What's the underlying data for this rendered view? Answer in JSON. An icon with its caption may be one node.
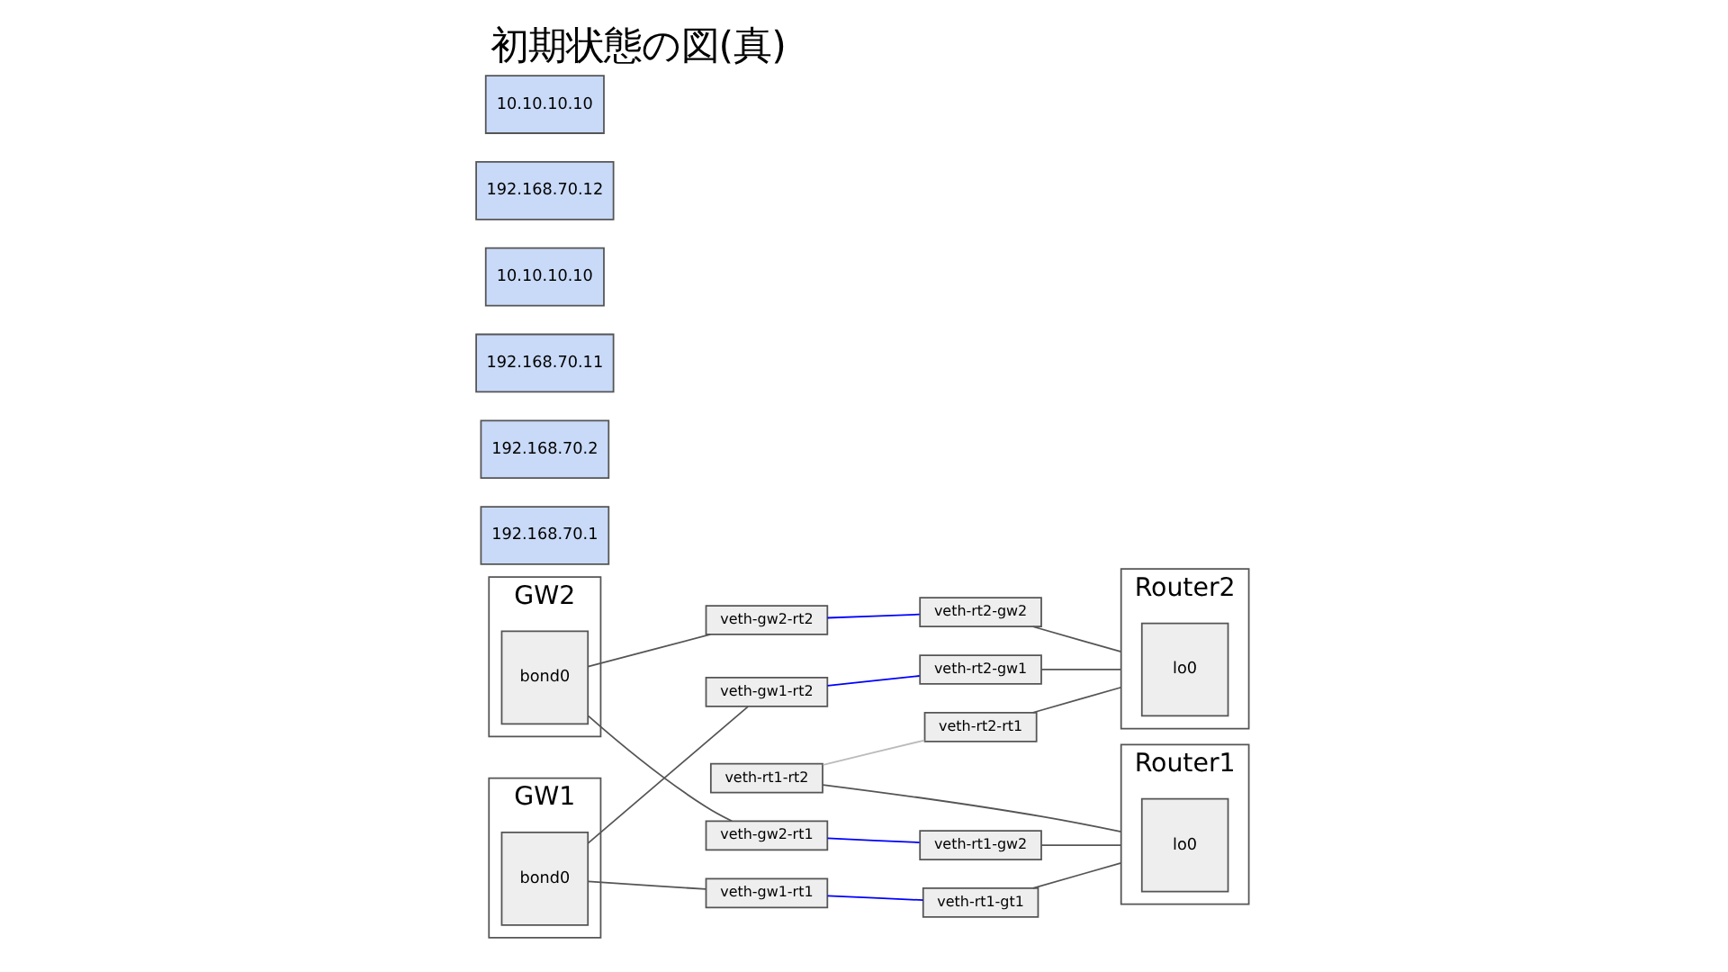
{
  "diagram": {
    "title": "初期状態の図(真)",
    "nodes": [
      {
        "text": [
          "GW1"
        ]
      },
      {
        "text": [
          "bond0"
        ],
        "in": 0
      },
      {
        "text": [
          "192.168.70.1"
        ]
      },
      {
        "text": [
          "veth-gw1-rt1"
        ]
      },
      {
        "text": [
          "veth-gw1-rt2"
        ]
      },
      {
        "text": [
          "GW2"
        ]
      },
      {
        "text": [
          "bond0"
        ],
        "in": 5
      },
      {
        "text": [
          "192.168.70.2"
        ]
      },
      {
        "text": [
          "veth-gw2-rt1"
        ]
      },
      {
        "text": [
          "veth-gw2-rt2"
        ]
      },
      {
        "text": [
          "veth-rt1-gt1"
        ]
      },
      {
        "text": [
          "veth-rt1-gw2"
        ]
      },
      {
        "text": [
          "veth-rt1-rt2"
        ]
      },
      {
        "text": [
          "Router1"
        ]
      },
      {
        "text": [
          "192.168.70.11"
        ]
      },
      {
        "text": [
          "lo0"
        ],
        "in": 13
      },
      {
        "text": [
          "10.10.10.10"
        ]
      },
      {
        "text": [
          "veth-rt2-rt1"
        ]
      },
      {
        "text": [
          "veth-rt2-gw1"
        ]
      },
      {
        "text": [
          "veth-rt2-gw2"
        ]
      },
      {
        "text": [
          "Router2"
        ]
      },
      {
        "text": [
          "192.168.70.12"
        ]
      },
      {
        "text": [
          "lo0"
        ],
        "in": 20
      },
      {
        "text": [
          "10.10.10.10"
        ]
      }
    ],
    "edges": [
      {
        "from": 1,
        "to": 3,
        "arrow": "none"
      },
      {
        "from": 1,
        "to": 4,
        "arrow": "none"
      },
      {
        "from": 6,
        "to": 8,
        "arrow": "none"
      },
      {
        "from": 6,
        "to": 9,
        "arrow": "none"
      },
      {
        "from": 10,
        "to": 13,
        "arrow": "none"
      },
      {
        "from": 11,
        "to": 13,
        "arrow": "none"
      },
      {
        "from": 12,
        "to": 13,
        "arrow": "none"
      },
      {
        "from": 17,
        "to": 20,
        "arrow": "none"
      },
      {
        "from": 18,
        "to": 20,
        "arrow": "none"
      },
      {
        "from": 19,
        "to": 20,
        "arrow": "none"
      },
      {
        "from": 3,
        "to": 10,
        "arrow": "none",
        "color": "#0000ff"
      },
      {
        "from": 4,
        "to": 18,
        "arrow": "none",
        "color": "#0000ff"
      },
      {
        "from": 8,
        "to": 11,
        "arrow": "none",
        "color": "#0000ff"
      },
      {
        "from": 9,
        "to": 19,
        "arrow": "none",
        "color": "#0000ff"
      },
      {
        "from": 12,
        "to": 17,
        "arrow": "none",
        "color": "#bbbbbb"
      }
    ]
  }
}
